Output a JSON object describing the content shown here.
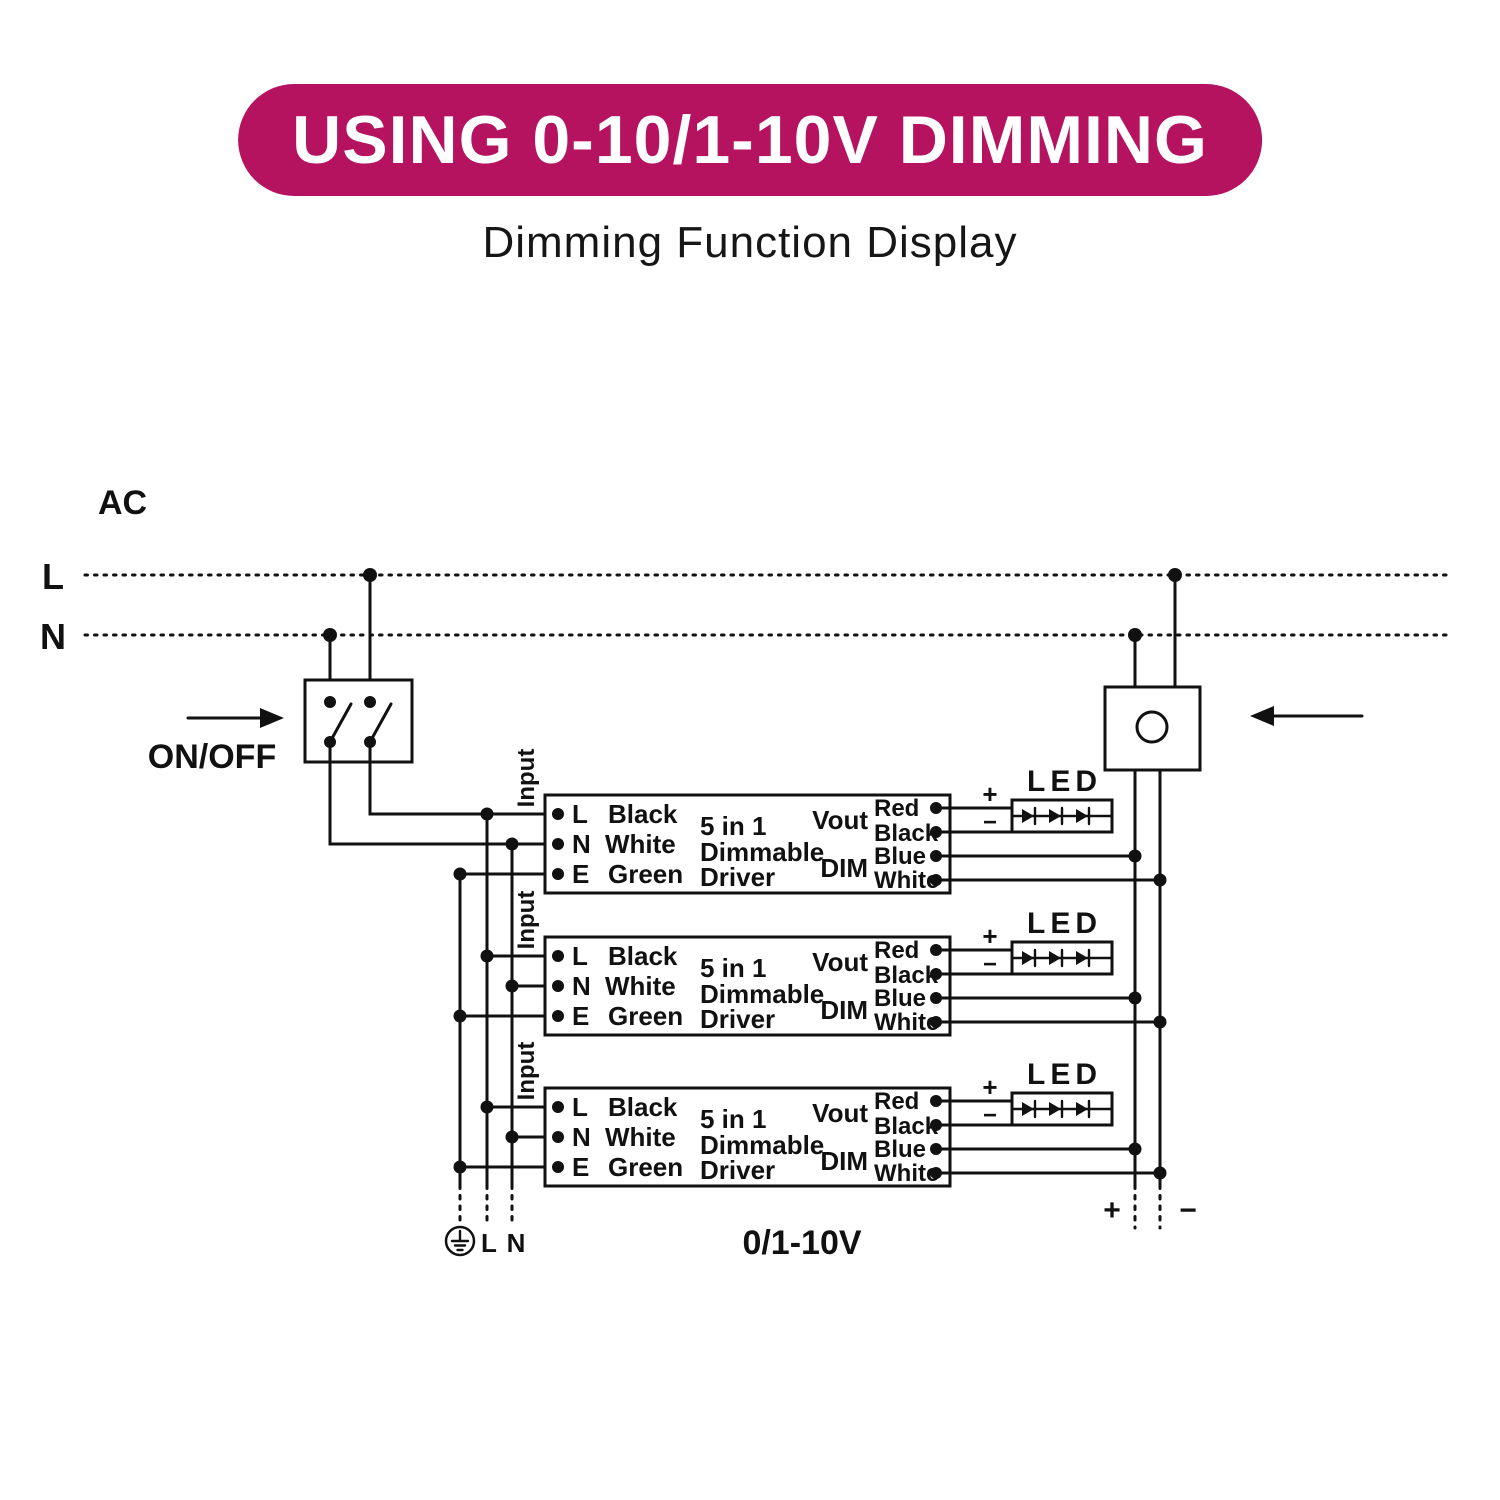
{
  "header": {
    "badge": "USING 0-10/1-10V DIMMING",
    "subtitle": "Dimming Function Display"
  },
  "colors": {
    "badge_bg": "#b5125f",
    "badge_text": "#ffffff",
    "line": "#111111"
  },
  "diagram": {
    "ac": "AC",
    "live": "L",
    "neutral": "N",
    "switch": "ON/OFF",
    "input": "Input",
    "driver": {
      "pin_l": "L",
      "wire_l": "Black",
      "pin_n": "N",
      "wire_n": "White",
      "pin_e": "E",
      "wire_e": "Green",
      "name1": "5 in 1",
      "name2": "Dimmable",
      "name3": "Driver",
      "vout": "Vout",
      "vout_pos": "Red",
      "vout_neg": "Black",
      "dim": "DIM",
      "dim_pos": "Blue",
      "dim_neg": "White",
      "led": "LED",
      "plus": "+",
      "minus": "−"
    },
    "bottom": {
      "ground_l": "L",
      "ground_n": "N",
      "dim_type": "0/1-10V",
      "plus": "+",
      "minus": "−"
    }
  }
}
